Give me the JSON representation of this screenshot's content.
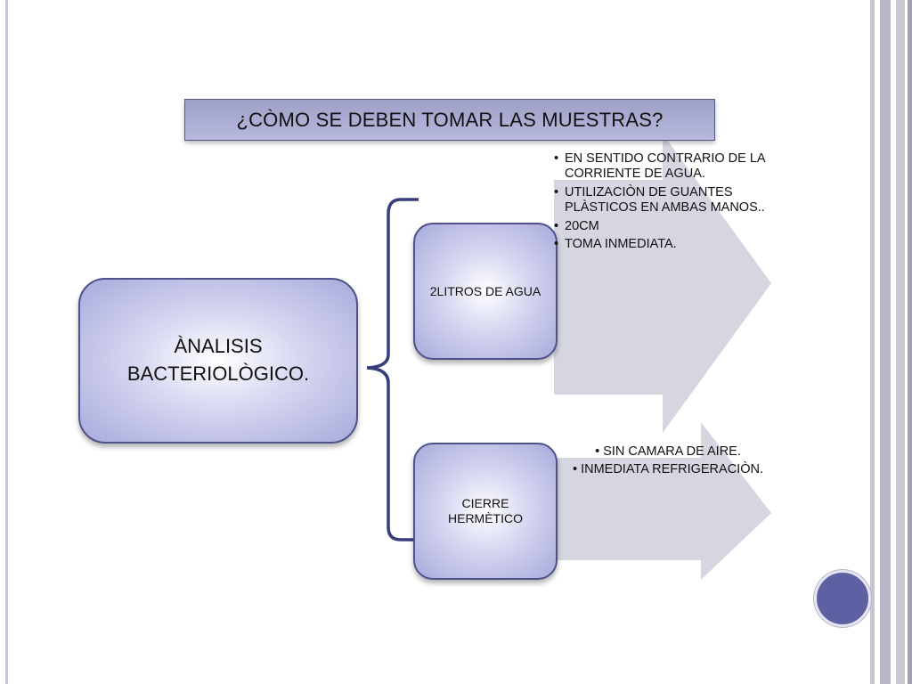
{
  "title": "¿CÒMO SE DEBEN TOMAR LAS MUESTRAS?",
  "main_node": {
    "line1": "ÀNALISIS",
    "line2": "BACTERIOLÒGICO."
  },
  "branches": [
    {
      "label": "2LITROS DE AGUA",
      "items": [
        "EN  SENTIDO CONTRARIO DE LA CORRIENTE DE AGUA.",
        "UTILIZACIÒN DE GUANTES PLÀSTICOS EN AMBAS MANOS..",
        "20CM",
        "TOMA INMEDIATA."
      ]
    },
    {
      "label_line1": "CIERRE",
      "label_line2": "HERMÈTICO",
      "items": [
        "SIN CAMARA DE AIRE.",
        "INMEDIATA REFRIGERACIÒN."
      ]
    }
  ],
  "colors": {
    "accent": "#5d60a3",
    "box_border": "#4e5288",
    "arrow": "#d5d6e0",
    "bracket": "#383d7c"
  }
}
